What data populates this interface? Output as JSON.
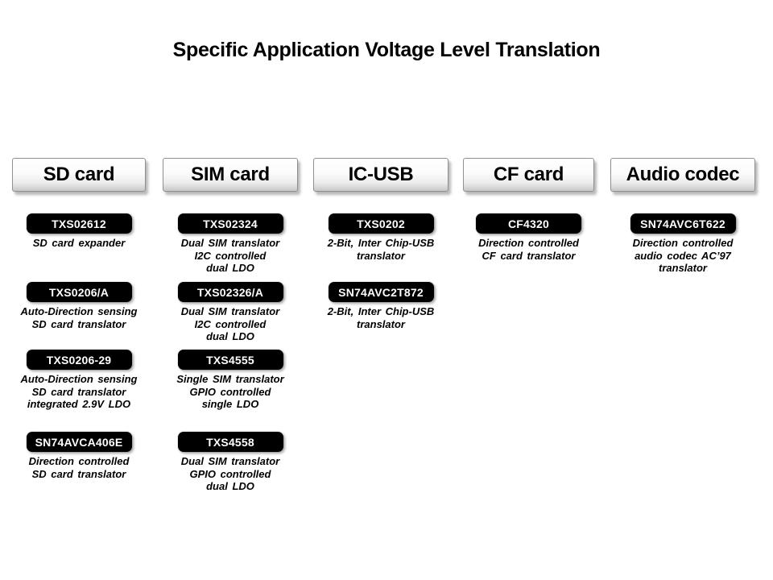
{
  "title": "Specific Application Voltage Level Translation",
  "colors": {
    "background": "#ffffff",
    "badge_background": "#000000",
    "badge_text": "#ffffff",
    "text": "#000000",
    "button_border": "#8f8f8f"
  },
  "columns": [
    {
      "header": "SD card",
      "parts": [
        {
          "part": "TXS02612",
          "desc": "SD card expander"
        },
        {
          "part": "TXS0206/A",
          "desc": "Auto-Direction sensing\nSD card translator"
        },
        {
          "part": "TXS0206-29",
          "desc": "Auto-Direction sensing\nSD card translator\nintegrated 2.9V LDO"
        },
        {
          "part": "SN74AVCA406E",
          "desc": "Direction controlled\nSD card translator"
        }
      ]
    },
    {
      "header": "SIM card",
      "parts": [
        {
          "part": "TXS02324",
          "desc": "Dual SIM translator\nI2C controlled\ndual LDO"
        },
        {
          "part": "TXS02326/A",
          "desc": "Dual SIM translator\nI2C controlled\ndual LDO"
        },
        {
          "part": "TXS4555",
          "desc": "Single SIM translator\nGPIO controlled\nsingle LDO"
        },
        {
          "part": "TXS4558",
          "desc": "Dual SIM translator\nGPIO controlled\ndual LDO"
        }
      ]
    },
    {
      "header": "IC-USB",
      "parts": [
        {
          "part": "TXS0202",
          "desc": "2-Bit, Inter Chip-USB\ntranslator"
        },
        {
          "part": "SN74AVC2T872",
          "desc": "2-Bit, Inter Chip-USB\ntranslator"
        }
      ]
    },
    {
      "header": "CF card",
      "parts": [
        {
          "part": "CF4320",
          "desc": "Direction controlled\nCF card translator"
        }
      ]
    },
    {
      "header": "Audio codec",
      "parts": [
        {
          "part": "SN74AVC6T622",
          "desc": "Direction controlled\naudio codec AC’97\ntranslator"
        }
      ]
    }
  ]
}
